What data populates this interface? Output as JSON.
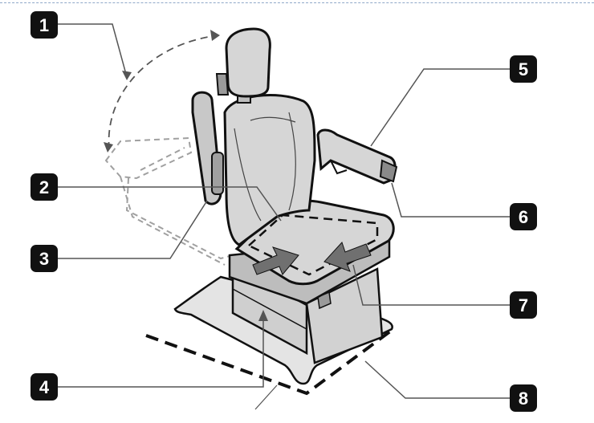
{
  "callouts": [
    {
      "id": "1",
      "label": "1"
    },
    {
      "id": "2",
      "label": "2"
    },
    {
      "id": "3",
      "label": "3"
    },
    {
      "id": "4",
      "label": "4"
    },
    {
      "id": "5",
      "label": "5"
    },
    {
      "id": "6",
      "label": "6"
    },
    {
      "id": "7",
      "label": "7"
    },
    {
      "id": "8",
      "label": "8"
    }
  ],
  "colors": {
    "ink": "#111111",
    "seat_fill": "#d6d6d6",
    "shade": "#a8a8a8",
    "ghost": "#a0a0a0",
    "base_fill": "#e4e4e4",
    "arrow": "#707070",
    "badge": "#111111",
    "frame_line": "#8fa8c8"
  }
}
